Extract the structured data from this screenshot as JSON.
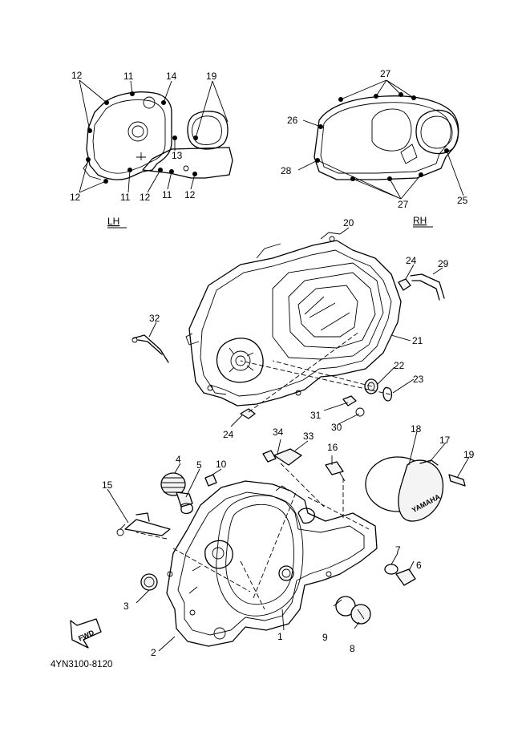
{
  "diagram_code": "4YN3100-8120",
  "sections": {
    "lh": "LH",
    "rh": "RH"
  },
  "fwd_label": "FWD",
  "cover_logo": "YAMAHA",
  "callouts": {
    "c1": "1",
    "c2": "2",
    "c3": "3",
    "c4": "4",
    "c5": "5",
    "c6": "6",
    "c7": "7",
    "c8": "8",
    "c9": "9",
    "c10": "10",
    "c11a": "11",
    "c11b": "11",
    "c11c": "11",
    "c12a": "12",
    "c12b": "12",
    "c12c": "12",
    "c12d": "12",
    "c13": "13",
    "c14": "14",
    "c15": "15",
    "c16": "16",
    "c17": "17",
    "c18": "18",
    "c19a": "19",
    "c19b": "19",
    "c20": "20",
    "c21": "21",
    "c22": "22",
    "c23": "23",
    "c24a": "24",
    "c24b": "24",
    "c25": "25",
    "c26": "26",
    "c27a": "27",
    "c27b": "27",
    "c28": "28",
    "c29": "29",
    "c30": "30",
    "c31": "31",
    "c32": "32",
    "c33": "33",
    "c34": "34"
  }
}
